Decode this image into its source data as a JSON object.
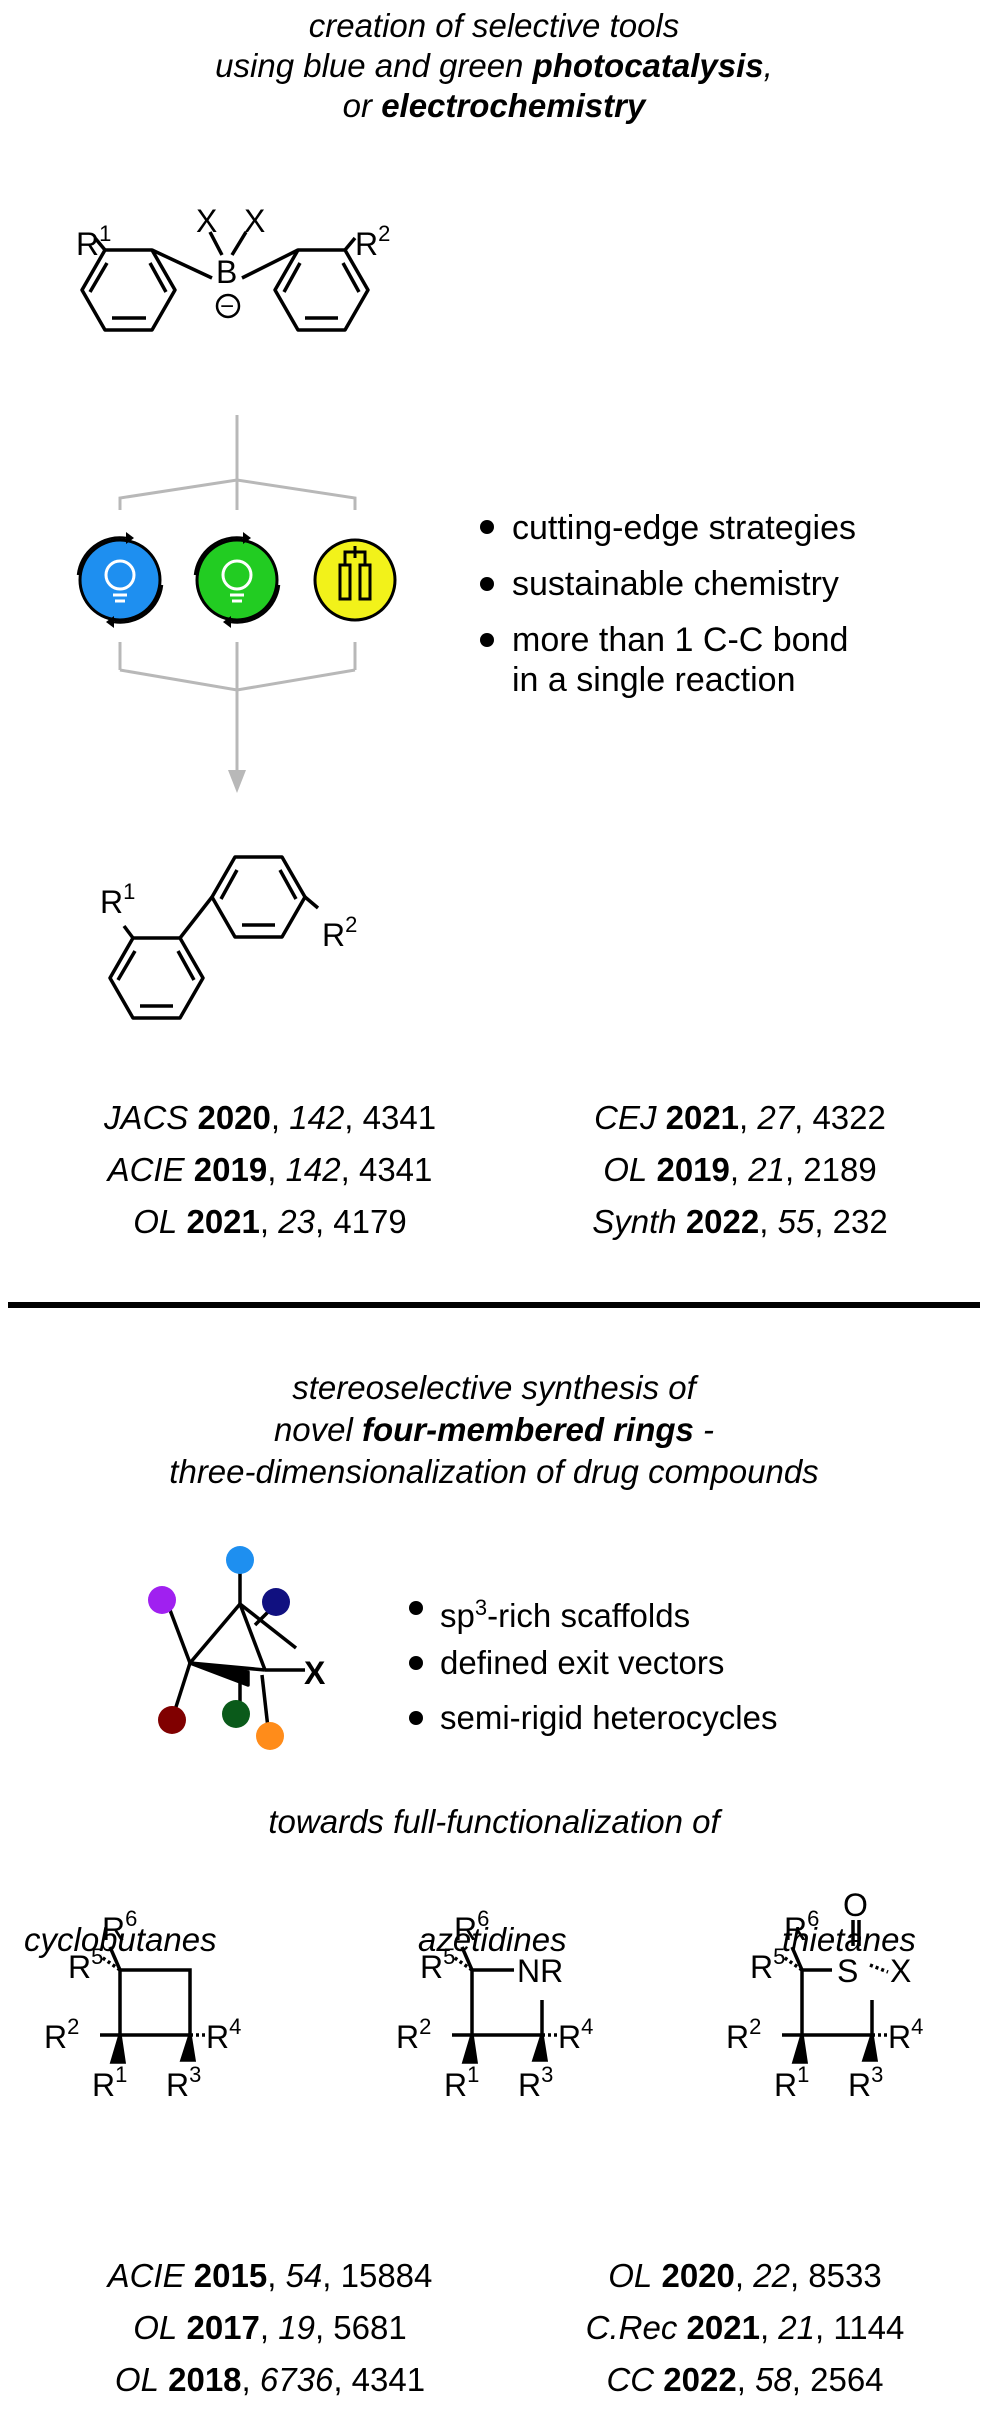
{
  "section1": {
    "title_line1": "creation of selective tools",
    "title_line2_a": "using blue and green ",
    "title_line2_b": "photocatalysis",
    "title_line2_c": ",",
    "title_line3_a": "or ",
    "title_line3_b": "electrochemistry",
    "reagent": {
      "x1": "X",
      "x2": "X",
      "boron": "B",
      "charge": "−",
      "r_left": "R",
      "r_left_sup": "1",
      "r_right": "R",
      "r_right_sup": "2"
    },
    "product": {
      "r1": "R",
      "r1_sup": "1",
      "r2": "R",
      "r2_sup": "2"
    },
    "methods": [
      {
        "name": "blue-photocatalysis",
        "color": "#1e8ff0"
      },
      {
        "name": "green-photocatalysis",
        "color": "#22cc22"
      },
      {
        "name": "electrochemistry",
        "color": "#f2f21a"
      }
    ],
    "bullets": [
      "cutting-edge strategies",
      "sustainable chemistry",
      "more than 1 C-C bond",
      "in a single reaction"
    ],
    "refs_left": [
      {
        "journal": "JACS",
        "year": "2020",
        "vol": "142",
        "page": "4341"
      },
      {
        "journal": "ACIE",
        "year": "2019",
        "vol": "142",
        "page": "4341"
      },
      {
        "journal": "OL",
        "year": "2021",
        "vol": "23",
        "page": "4179"
      }
    ],
    "refs_right": [
      {
        "journal": "CEJ",
        "year": "2021",
        "vol": "27",
        "page": "4322"
      },
      {
        "journal": "OL",
        "year": "2019",
        "vol": "21",
        "page": "2189"
      },
      {
        "journal": "Synth",
        "year": "2022",
        "vol": "55",
        "page": "232"
      }
    ]
  },
  "section2": {
    "title_line1": "stereoselective synthesis of",
    "title_line2_a": "novel ",
    "title_line2_b": "four-membered rings",
    "title_line2_c": " -",
    "title_line3": "three-dimensionalization of drug compounds",
    "scaffold_label": "X",
    "scaffold_colors": [
      "#a020f0",
      "#1e8ff0",
      "#101080",
      "#800000",
      "#0a5a1a",
      "#ff8c1a"
    ],
    "bullets": [
      {
        "a": "sp",
        "sup": "3",
        "b": "-rich scaffolds"
      },
      {
        "a": "defined exit vectors"
      },
      {
        "a": "semi-rigid heterocycles"
      }
    ],
    "subtitle": "towards full-functionalization of",
    "classes": [
      "cyclobutanes",
      "azetidines",
      "thietanes"
    ],
    "substituents": {
      "r1": "R",
      "s1": "1",
      "r2": "R",
      "s2": "2",
      "r3": "R",
      "s3": "3",
      "r4": "R",
      "s4": "4",
      "r5": "R",
      "s5": "5",
      "r6": "R",
      "s6": "6"
    },
    "azetidine_n": "NR",
    "thietane_s": "S",
    "thietane_o": "O",
    "thietane_x": "X",
    "refs_left": [
      {
        "journal": "ACIE",
        "year": "2015",
        "vol": "54",
        "page": "15884"
      },
      {
        "journal": "OL",
        "year": "2017",
        "vol": "19",
        "page": "5681"
      },
      {
        "journal": "OL",
        "year": "2018",
        "vol": "6736",
        "page": "4341"
      }
    ],
    "refs_right": [
      {
        "journal": "OL",
        "year": "2020",
        "vol": "22",
        "page": "8533"
      },
      {
        "journal": "C.Rec",
        "year": "2021",
        "vol": "21",
        "page": "1144"
      },
      {
        "journal": "CC",
        "year": "2022",
        "vol": "58",
        "page": "2564"
      }
    ]
  }
}
